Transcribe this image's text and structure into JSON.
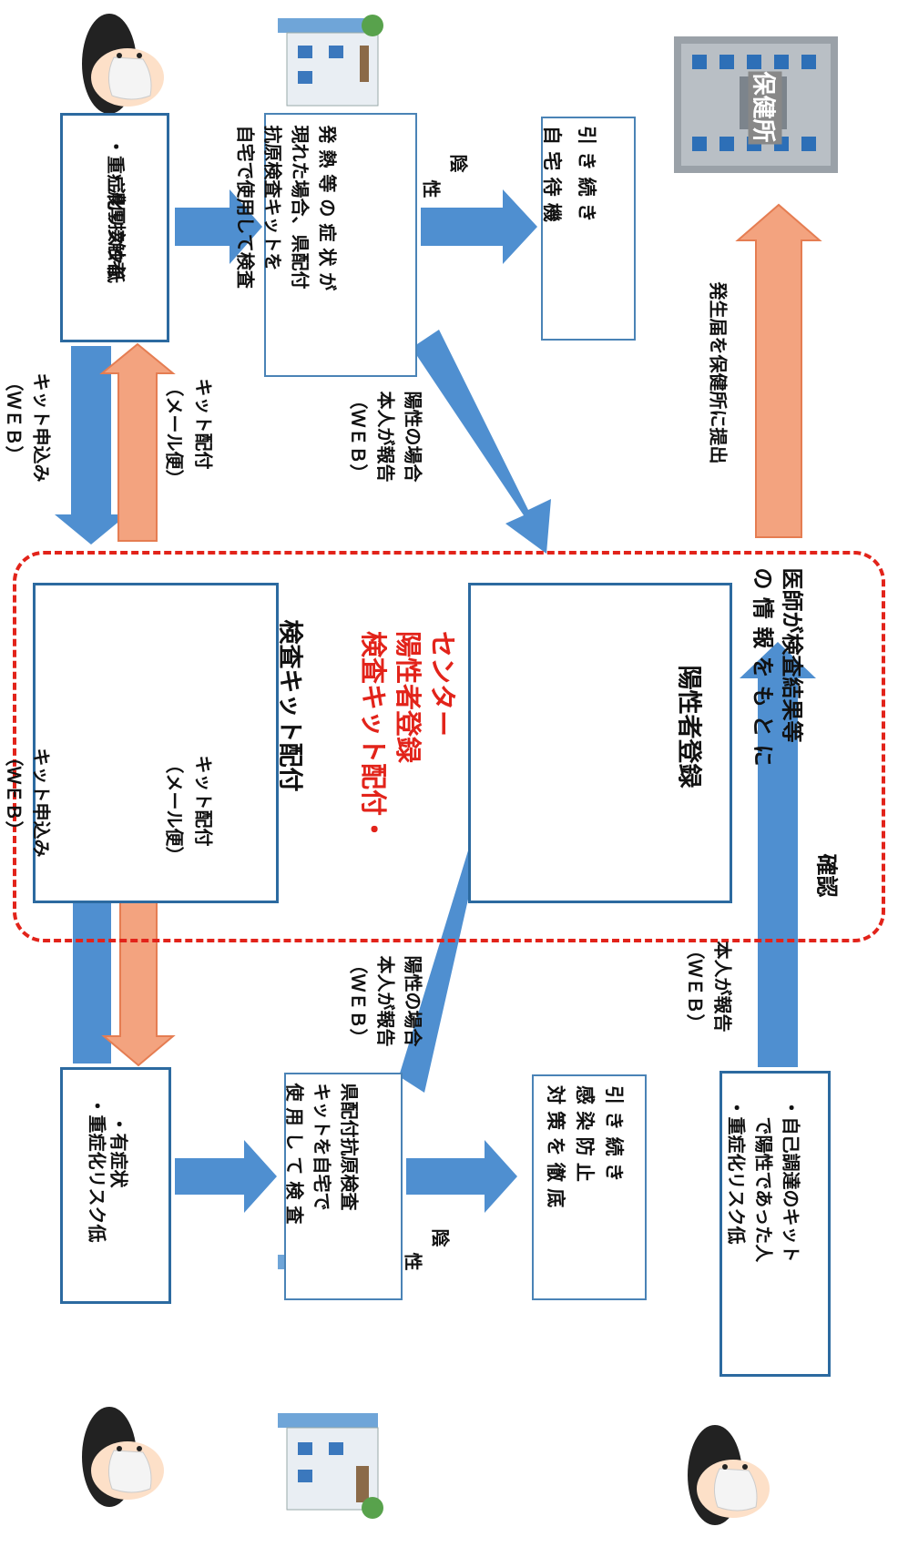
{
  "colors": {
    "blue_arrow": "#4f8fd0",
    "orange_arrow": "#f3a37f",
    "box_border": "#2c6aa0",
    "dash_border": "#e2231a",
    "center_label": "#e2231a"
  },
  "top_row": {
    "person_box": {
      "line1": "・濃厚接触者",
      "line2": "・重症化リスク低"
    },
    "apply_label": {
      "line1": "キット申込み",
      "line2": "（ＷＥＢ）"
    },
    "deliver_label": {
      "line1": "キット配付",
      "line2": "（メール便）"
    },
    "test_box": {
      "line1": "発 熱 等 の 症 状 が",
      "line2": "現れた場合、県配付",
      "line3": "抗原検査キットを",
      "line4": "自宅で使用して検査"
    },
    "negative_label": {
      "line1": "陰",
      "line2": "性"
    },
    "negative_box": {
      "line1": "引 き 続 き",
      "line2": "自 宅 待 機"
    },
    "positive_label": {
      "line1": "陽性の場合",
      "line2": "本人が報告",
      "line3": "（ＷＥＢ）"
    },
    "submit_label": "発生届を保健所に提出",
    "health_center_sign": "保健所"
  },
  "center": {
    "kit_box_title": "検査キット配付",
    "center_name": {
      "line1": "検査キット配付・",
      "line2": "陽性者登録",
      "line3": "センター"
    },
    "registration_box_title": "陽性者登録",
    "doctor_text": {
      "line1": "医師が検査結果等",
      "line2": "の 情 報 を も と に",
      "line3": "確認"
    }
  },
  "bottom_row": {
    "person_box": {
      "line1": "・有症状",
      "line2": "・重症化リスク低"
    },
    "apply_label": {
      "line1": "キット申込み",
      "line2": "（ＷＥＢ）"
    },
    "deliver_label": {
      "line1": "キット配付",
      "line2": "（メール便）"
    },
    "test_box": {
      "line1": "県配付抗原検査",
      "line2": "キットを自宅で",
      "line3": "使 用 し て 検 査"
    },
    "negative_label": {
      "line1": "陰",
      "line2": "性"
    },
    "negative_box": {
      "line1": "引 き 続 き",
      "line2": "感 染 防 止",
      "line3": "対 策 を 徹 底"
    },
    "positive_label": {
      "line1": "陽性の場合",
      "line2": "本人が報告",
      "line3": "（ＷＥＢ）"
    },
    "self_report_label": {
      "line1": "本人が報告",
      "line2": "（ＷＥＢ）"
    },
    "self_kit_box": {
      "line1": "・自己調達のキット",
      "line2": "　で陽性であった人",
      "line3": "・重症化リスク低"
    }
  }
}
